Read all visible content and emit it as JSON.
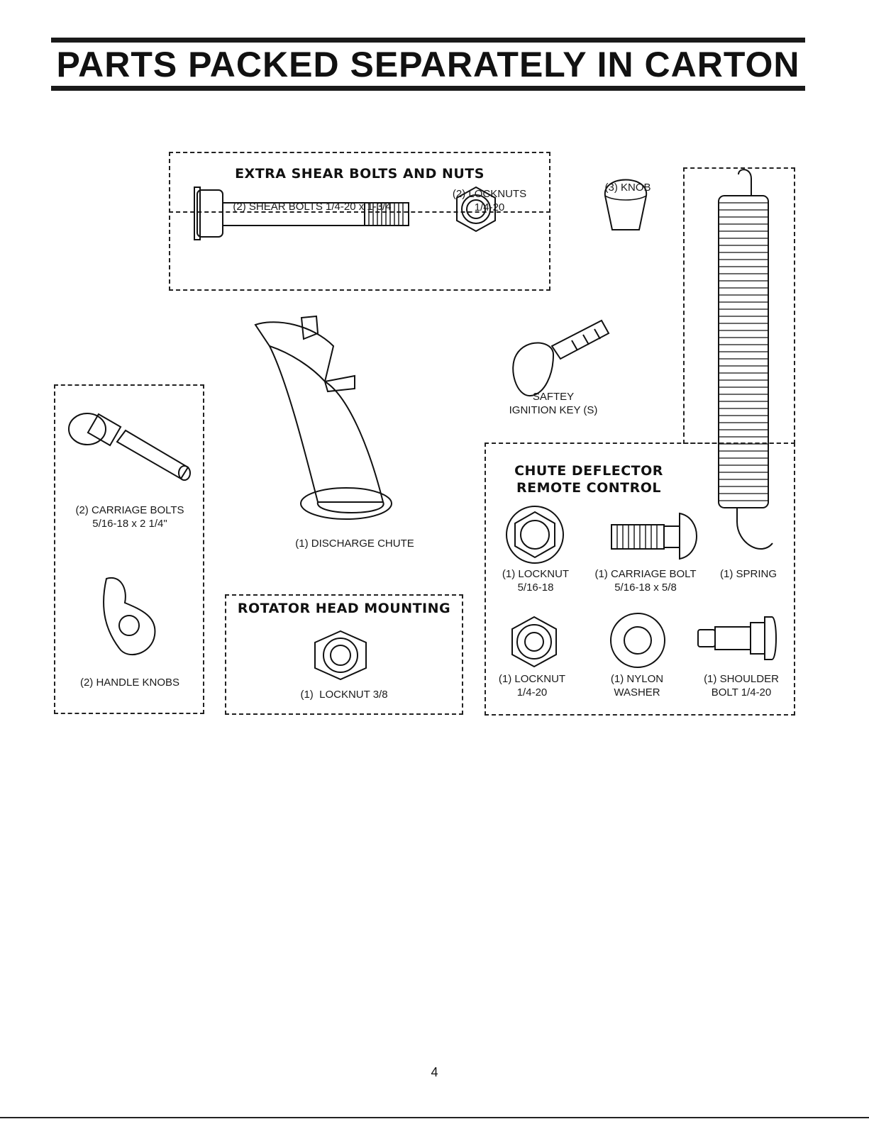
{
  "title": "PARTS PACKED SEPARATELY IN CARTON",
  "shear_group": {
    "heading": "EXTRA SHEAR BOLTS AND NUTS",
    "bolt_label": "(2) SHEAR BOLTS 1/4-20 x 1-3/4",
    "nut_label": "(2) LOCKNUTS\n1/4-20"
  },
  "knob_label": "(3) KNOB",
  "key_label": "SAFTEY\nIGNITION KEY (S)",
  "spring_label": "(1) SPRING",
  "carriage_group": {
    "bolt_label": "(2) CARRIAGE BOLTS\n5/16-18 x 2 1/4\"",
    "knob_label": "(2) HANDLE KNOBS"
  },
  "chute_label": "(1) DISCHARGE CHUTE",
  "rotator_group": {
    "heading": "ROTATOR HEAD MOUNTING",
    "nut_label": "(1)  LOCKNUT 3/8"
  },
  "remote_group": {
    "heading": "CHUTE DEFLECTOR\nREMOTE CONTROL",
    "locknut_516": "(1) LOCKNUT\n5/16-18",
    "carriage_bolt": "(1) CARRIAGE BOLT\n5/16-18 x 5/8",
    "locknut_14": "(1) LOCKNUT\n1/4-20",
    "washer": "(1) NYLON\nWASHER",
    "shoulder_bolt": "(1) SHOULDER\nBOLT 1/4-20"
  },
  "page_number": "4"
}
